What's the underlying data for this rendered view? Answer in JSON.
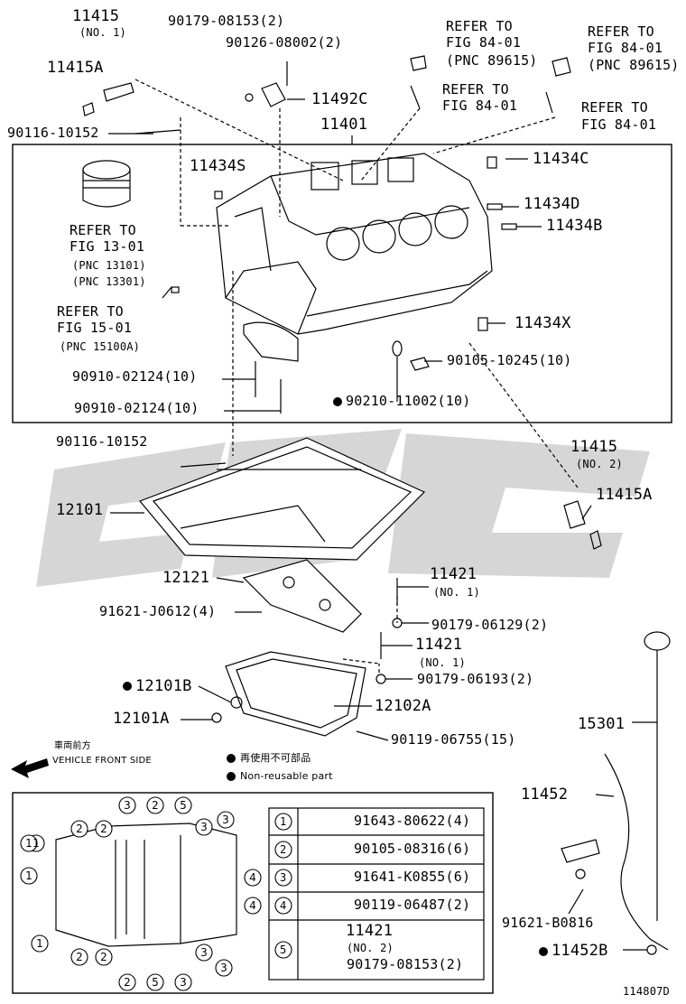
{
  "labels": {
    "p11415_top": "11415",
    "p11415_top_no": "(NO. 1)",
    "p11415A_top": "11415A",
    "p90179_08153": "90179-08153(2)",
    "p90126_08002": "90126-08002(2)",
    "p11492C": "11492C",
    "p90116_10152_top": "90116-10152",
    "p11401": "11401",
    "p11434S": "11434S",
    "p11434C": "11434C",
    "p11434D": "11434D",
    "p11434B": "11434B",
    "p11434X": "11434X",
    "ref_fig13_a": "REFER TO",
    "ref_fig13_b": "FIG 13-01",
    "ref_fig13_c": "(PNC 13101)",
    "ref_fig13_d": "(PNC 13301)",
    "ref_fig15_a": "REFER TO",
    "ref_fig15_b": "FIG 15-01",
    "ref_fig15_c": "(PNC 15100A)",
    "ref84_1a": "REFER TO",
    "ref84_1b": "FIG 84-01",
    "ref84_1c": "(PNC 89615)",
    "ref84_2a": "REFER TO",
    "ref84_2b": "FIG 84-01",
    "ref84_2c": "(PNC 89615)",
    "ref84_3a": "REFER TO",
    "ref84_3b": "FIG 84-01",
    "ref84_4a": "REFER TO",
    "ref84_4b": "FIG 84-01",
    "p90910_a": "90910-02124(10)",
    "p90910_b": "90910-02124(10)",
    "p90105_10245": "90105-10245(10)",
    "p90210_11002": "90210-11002(10)",
    "p90116_10152_mid": "90116-10152",
    "p11415_mid": "11415",
    "p11415_mid_no": "(NO. 2)",
    "p11415A_mid": "11415A",
    "p12101": "12101",
    "p12121": "12121",
    "p11421_a": "11421",
    "p11421_a_no": "(NO. 1)",
    "p91621_J0612": "91621-J0612(4)",
    "p90179_06129": "90179-06129(2)",
    "p11421_b": "11421",
    "p11421_b_no": "(NO. 1)",
    "p90179_06193": "90179-06193(2)",
    "p12101B": "12101B",
    "p12102A": "12102A",
    "p12101A": "12101A",
    "p90119_06755": "90119-06755(15)",
    "p15301": "15301",
    "p11452": "11452",
    "p91621_B0816": "91621-B0816",
    "p11452B": "11452B",
    "front_jp": "車両前方",
    "front_en": "VEHICLE FRONT SIDE",
    "legend_jp": "再使用不可部品",
    "legend_en": "Non-reusable part",
    "figure_code": "114807D"
  },
  "fastener_table": [
    {
      "no": "1",
      "part": "91643-80622(4)"
    },
    {
      "no": "2",
      "part": "90105-08316(6)"
    },
    {
      "no": "3",
      "part": "91641-K0855(6)"
    },
    {
      "no": "4",
      "part": "90119-06487(2)"
    },
    {
      "no": "5",
      "part": "11421",
      "part_sub": "(NO. 2)",
      "part2": "90179-08153(2)"
    }
  ],
  "pan_bolt_callouts": [
    "1",
    "1",
    "2",
    "2",
    "3",
    "2",
    "5",
    "3",
    "3",
    "1",
    "4",
    "4",
    "1",
    "2",
    "2",
    "3",
    "3",
    "2",
    "5",
    "3"
  ],
  "colors": {
    "line": "#000000",
    "watermark": "#cfcfcf"
  }
}
